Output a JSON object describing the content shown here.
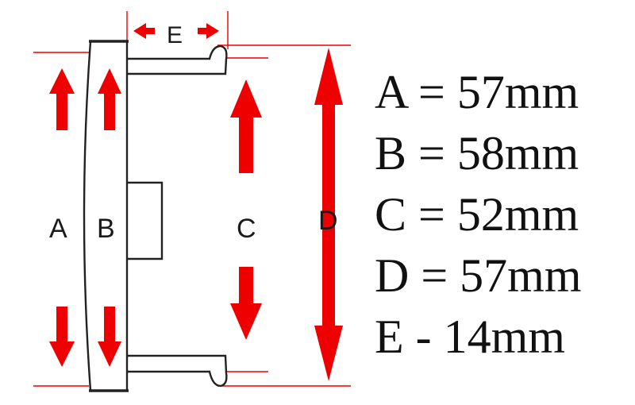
{
  "colors": {
    "arrow": "#ee0000",
    "outline": "#222222",
    "text": "#111111",
    "background": "#ffffff"
  },
  "diagram": {
    "label_a": "A",
    "label_b": "B",
    "label_c": "C",
    "label_d": "D",
    "label_e": "E"
  },
  "specs": [
    "A = 57mm",
    "B = 58mm",
    "C = 52mm",
    "D = 57mm",
    "E - 14mm"
  ]
}
